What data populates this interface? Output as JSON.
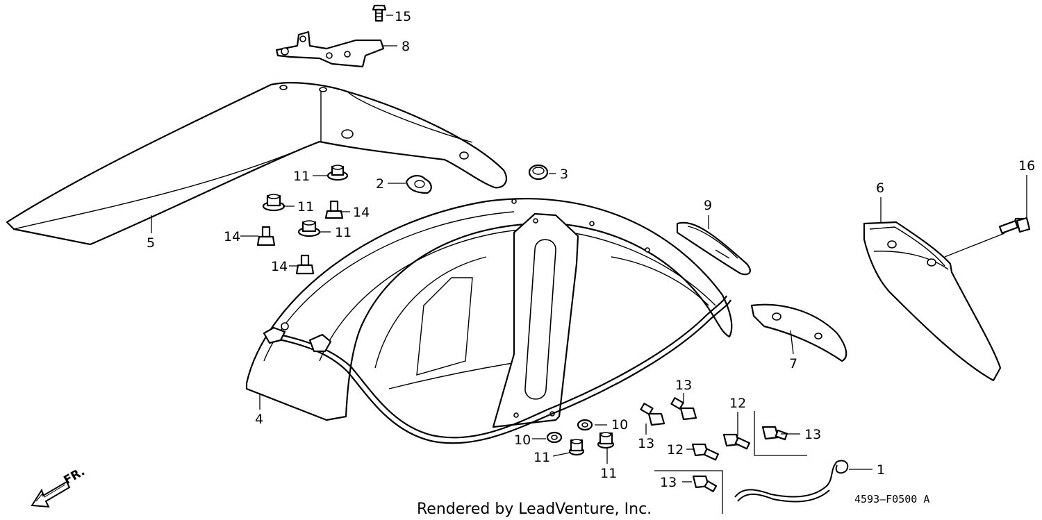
{
  "callouts": {
    "c1": "1",
    "c2": "2",
    "c3": "3",
    "c4": "4",
    "c5": "5",
    "c6": "6",
    "c7": "7",
    "c8": "8",
    "c9": "9",
    "c10a": "10",
    "c10b": "10",
    "c11a": "11",
    "c11b": "11",
    "c11c": "11",
    "c11d": "11",
    "c11e": "11",
    "c12a": "12",
    "c12b": "12",
    "c13a": "13",
    "c13b": "13",
    "c13c": "13",
    "c13d": "13",
    "c14a": "14",
    "c14b": "14",
    "c14c": "14",
    "c15": "15",
    "c16": "16"
  },
  "direction_label": "FR.",
  "footer_text": "Rendered by LeadVenture, Inc.",
  "diagram_code": "4593–F0500 A"
}
